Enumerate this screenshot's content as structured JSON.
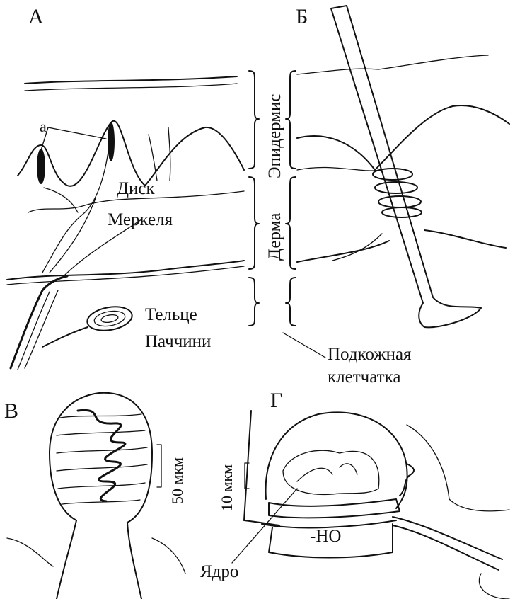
{
  "panels": {
    "a": "А",
    "b": "Б",
    "v": "В",
    "g": "Г"
  },
  "labels": {
    "marker_a": "a",
    "merkel_line1": "Диск",
    "merkel_line2": "Меркеля",
    "pacini_line1": "Тельце",
    "pacini_line2": "Паччини",
    "epidermis": "Эпидермис",
    "dermis": "Дерма",
    "subcut_line1": "Подкожная",
    "subcut_line2": "клетчатка",
    "scale_v": "50 мкм",
    "scale_g": "10 мкм",
    "nucleus": "Ядро",
    "no": "-НО"
  }
}
